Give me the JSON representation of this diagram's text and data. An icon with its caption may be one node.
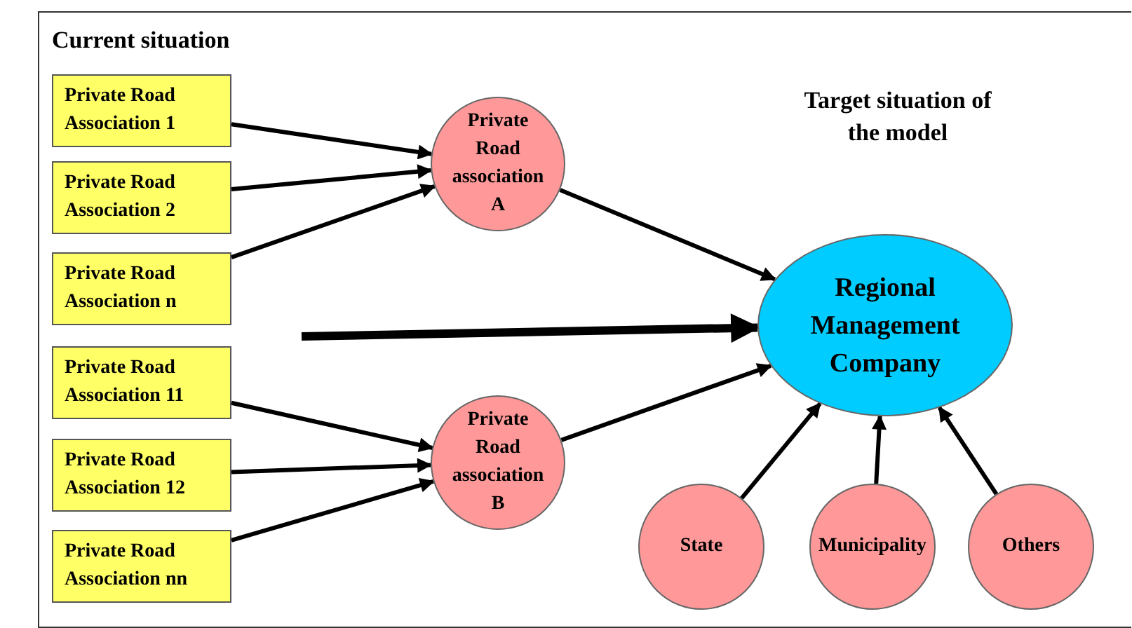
{
  "diagram": {
    "title": "Current situation",
    "nodes": [
      {
        "text": [
          "Private Road Association 1"
        ]
      },
      {
        "text": [
          "Private Road Association 2"
        ]
      },
      {
        "text": [
          "Private Road Association n"
        ]
      },
      {
        "text": [
          "Private Road Association 11"
        ]
      },
      {
        "text": [
          "Private Road Association 12"
        ]
      },
      {
        "text": [
          "Private Road Association nn"
        ]
      },
      {
        "text": [
          "Private Road association A"
        ]
      },
      {
        "text": [
          "Private Road association B"
        ]
      },
      {
        "text": [
          "Regional Management Company"
        ]
      },
      {
        "text": [
          "State"
        ]
      },
      {
        "text": [
          "Municipality"
        ]
      },
      {
        "text": [
          "Others"
        ]
      }
    ],
    "edges": [
      {
        "from": 0,
        "to": 6,
        "arrow": "to"
      },
      {
        "from": 1,
        "to": 6,
        "arrow": "to"
      },
      {
        "from": 2,
        "to": 6,
        "arrow": "to"
      },
      {
        "from": 6,
        "to": 8,
        "arrow": "to"
      },
      {
        "from": null,
        "to": 8,
        "arrow": "to",
        "style": "thick"
      },
      {
        "from": 3,
        "to": 7,
        "arrow": "to"
      },
      {
        "from": 4,
        "to": 7,
        "arrow": "to"
      },
      {
        "from": 5,
        "to": 7,
        "arrow": "to"
      },
      {
        "from": 7,
        "to": 8,
        "arrow": "to"
      },
      {
        "from": 9,
        "to": 8,
        "arrow": "to"
      },
      {
        "from": 10,
        "to": 8,
        "arrow": "to"
      },
      {
        "from": 11,
        "to": 8,
        "arrow": "to"
      }
    ],
    "labels": [
      "Target situation of the model"
    ]
  }
}
